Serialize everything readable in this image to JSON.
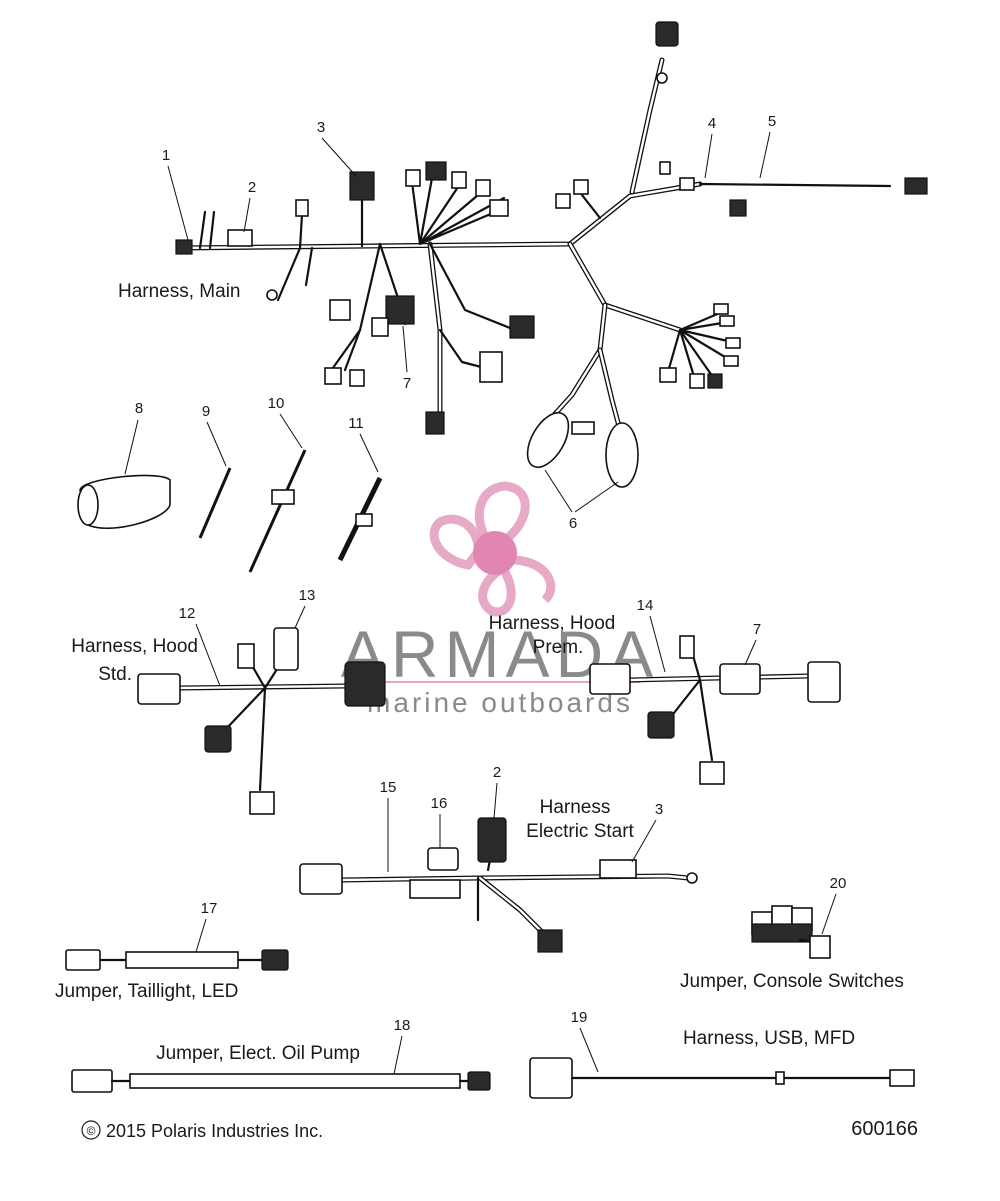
{
  "watermark": {
    "brand": "ARMADA",
    "tagline": "marine outboards",
    "colors": {
      "logo_pink": "#e6a6c4",
      "logo_core": "#e07fae",
      "text_gray": "#8a8a8a"
    }
  },
  "callouts": [
    "1",
    "2",
    "3",
    "4",
    "5",
    "6",
    "7",
    "8",
    "9",
    "10",
    "11",
    "12",
    "13",
    "14",
    "7",
    "15",
    "16",
    "2",
    "3",
    "17",
    "18",
    "19",
    "20"
  ],
  "labels": {
    "harness_main": "Harness, Main",
    "harness_hood_std_1": "Harness, Hood",
    "harness_hood_std_2": "Std.",
    "harness_hood_prem_1": "Harness, Hood",
    "harness_hood_prem_2": "Prem.",
    "harness_electric_start_1": "Harness",
    "harness_electric_start_2": "Electric Start",
    "jumper_console_switches": "Jumper, Console Switches",
    "jumper_taillight_led": "Jumper, Taillight, LED",
    "jumper_elect_oil_pump": "Jumper, Elect. Oil Pump",
    "harness_usb_mfd": "Harness, USB, MFD"
  },
  "footer": {
    "copyright_symbol": "©",
    "copyright": "2015 Polaris Industries Inc.",
    "figure_number": "600166"
  }
}
